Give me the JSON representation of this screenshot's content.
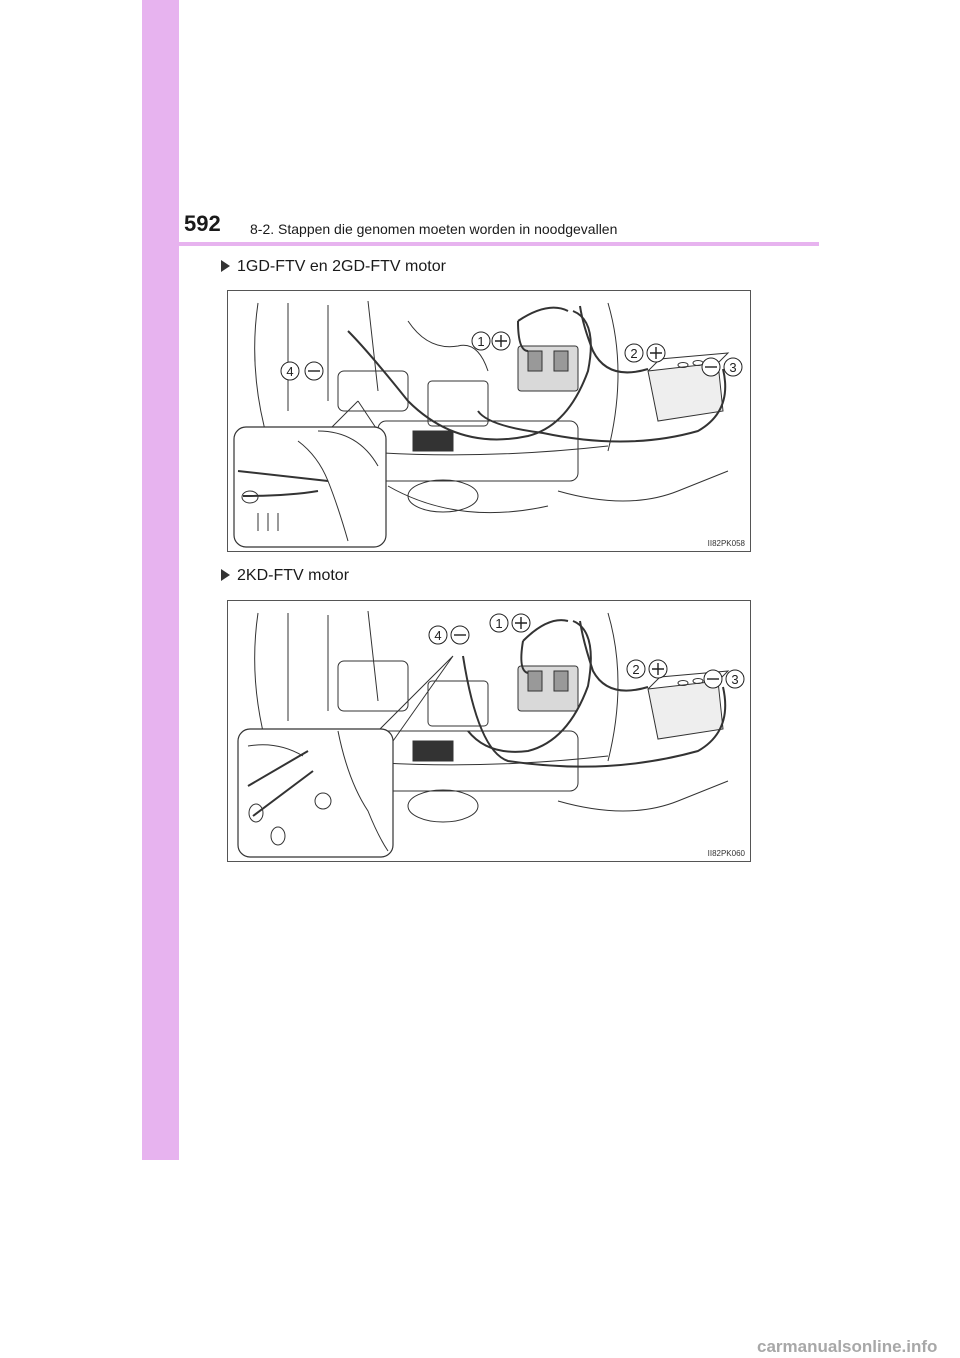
{
  "header": {
    "page_number": "592",
    "chapter_title": "8-2. Stappen die genomen moeten worden in noodgevallen"
  },
  "sections": [
    {
      "heading": "1GD-FTV en 2GD-FTV motor",
      "figure_code": "II82PK058",
      "callouts": [
        "1",
        "2",
        "3",
        "4"
      ]
    },
    {
      "heading": "2KD-FTV motor",
      "figure_code": "II82PK060",
      "callouts": [
        "1",
        "2",
        "3",
        "4"
      ]
    }
  ],
  "watermark": "carmanualsonline.info"
}
